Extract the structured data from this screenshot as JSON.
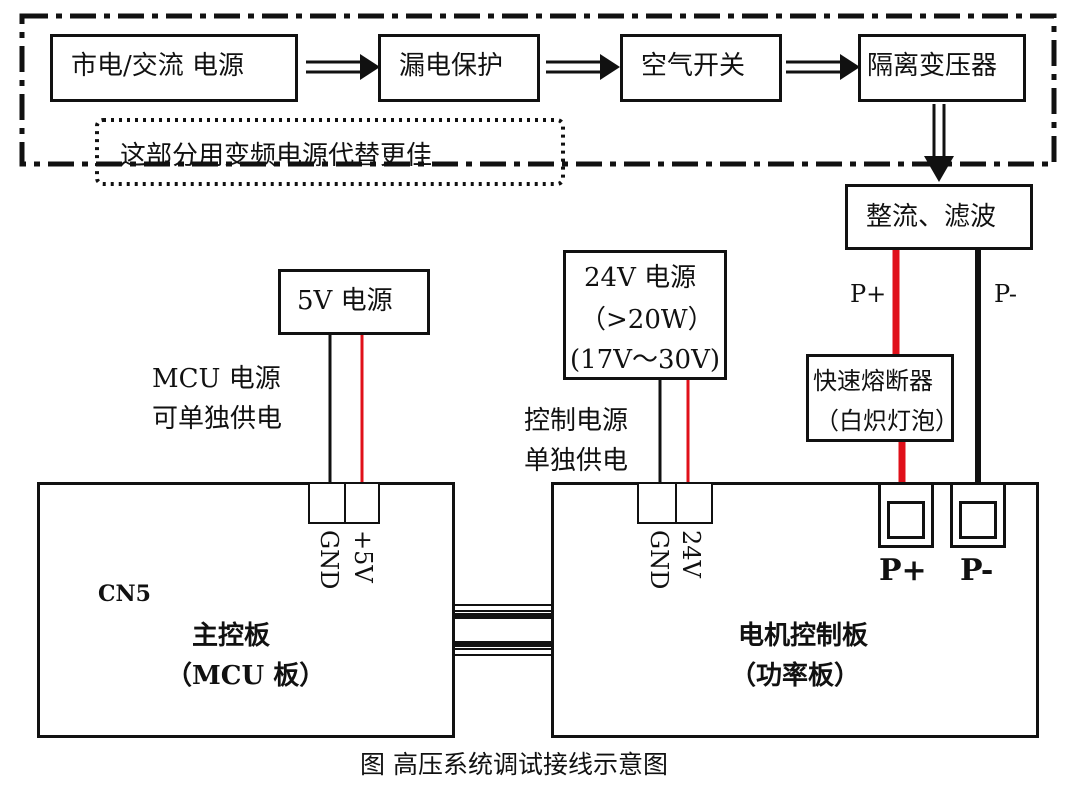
{
  "top_chain": {
    "mains": "市电/交流  电源",
    "leakage": "漏电保护",
    "breaker": "空气开关",
    "isolation": "隔离变压器",
    "note": "这部分用变频电源代替更佳"
  },
  "rectifier": "整流、滤波",
  "bus": {
    "p_plus": "P+",
    "p_minus": "P-"
  },
  "fuse": {
    "line1": "快速熔断器",
    "line2": "（白炽灯泡）"
  },
  "psu_5v": "5V 电源",
  "mcu_power_note": {
    "line1": "MCU 电源",
    "line2": "可单独供电"
  },
  "psu_24v": {
    "line1": "24V 电源",
    "line2": "（>20W）",
    "line3": "(17V～30V)"
  },
  "ctrl_power_note": {
    "line1": "控制电源",
    "line2": "单独供电"
  },
  "main_board": {
    "connector": "CN5",
    "title": "主控板",
    "subtitle": "（MCU 板）",
    "pin_gnd": "GND",
    "pin_5v": "+5V"
  },
  "motor_board": {
    "title": "电机控制板",
    "subtitle": "（功率板）",
    "pin_gnd": "GND",
    "pin_24v": "24V",
    "term_p_plus": "P+",
    "term_p_minus": "P-"
  },
  "caption": "图  高压系统调试接线示意图",
  "colors": {
    "line": "#111111",
    "positive_wire": "#e0101a"
  }
}
